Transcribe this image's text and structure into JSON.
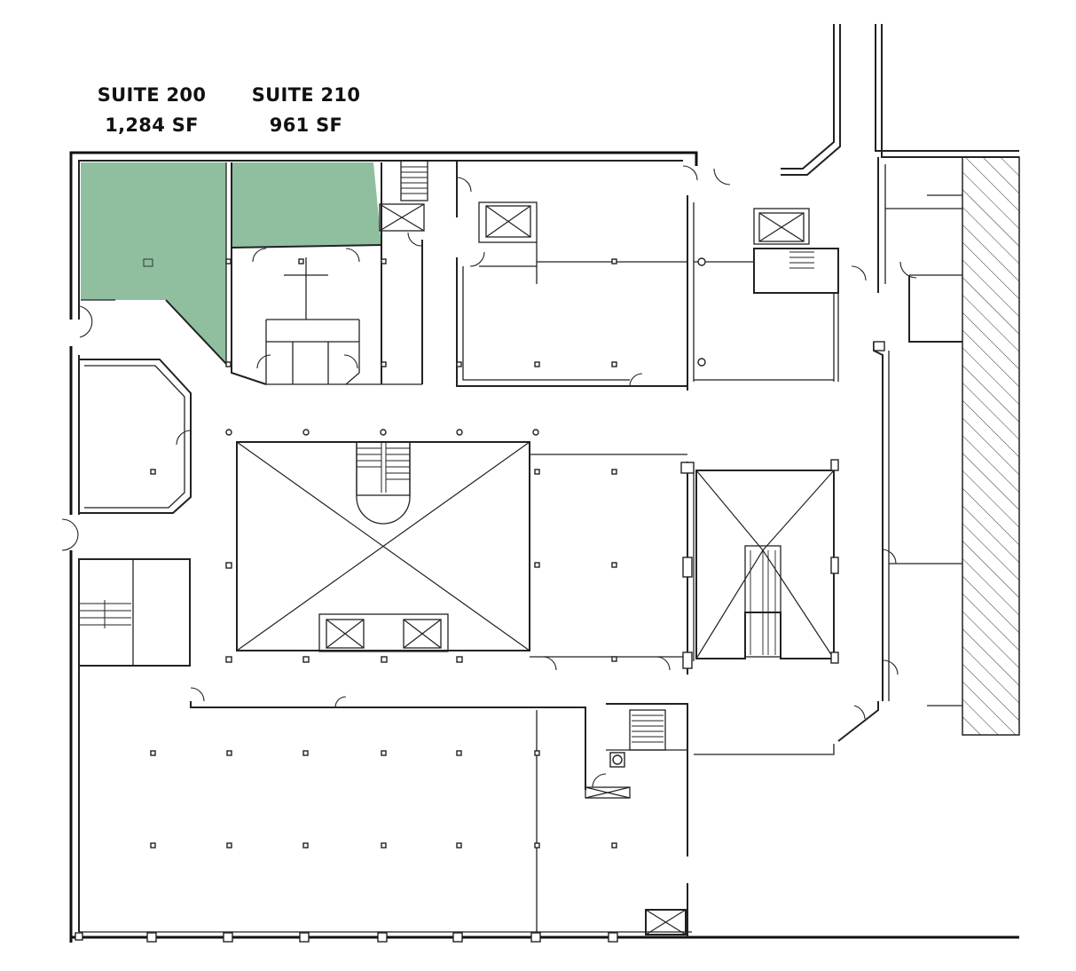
{
  "suites": [
    {
      "name": "SUITE 200",
      "area": "1,284 SF"
    },
    {
      "name": "SUITE 210",
      "area": "961 SF"
    }
  ],
  "colors": {
    "suite_fill": "#8fbf9f",
    "wall": "#222222",
    "background": "#ffffff"
  }
}
